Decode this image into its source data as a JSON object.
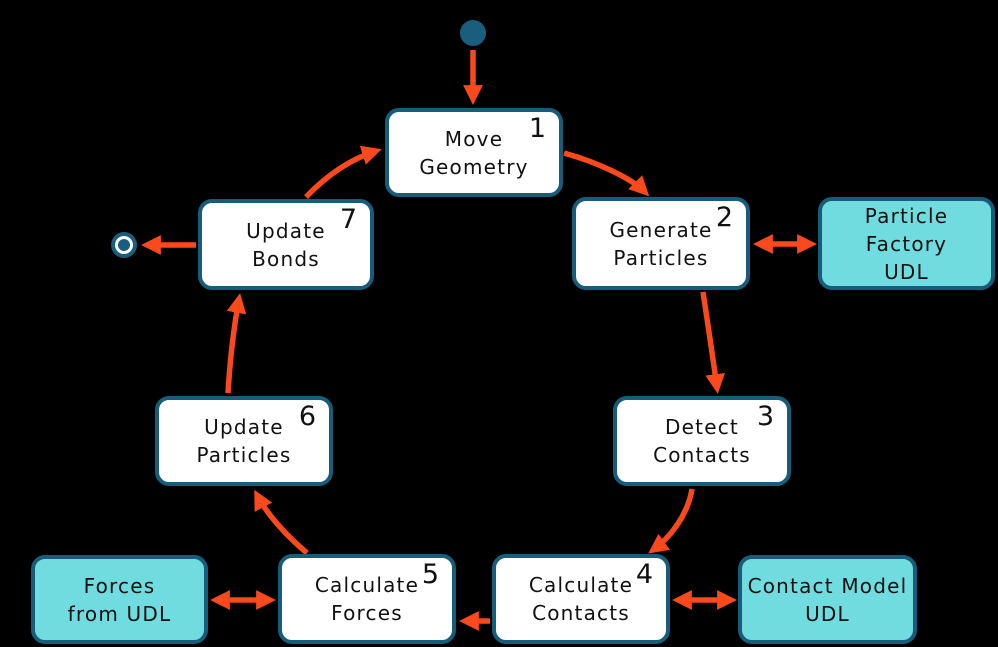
{
  "colors": {
    "background": "#000000",
    "border": "#175c78",
    "state_fill": "#ffffff",
    "udl_fill": "#71dce0",
    "arrow": "#fa491c",
    "text": "#111111",
    "node_fill": "#1b5d7c"
  },
  "states": {
    "move_geometry": {
      "number": "1",
      "line1": "Move",
      "line2": "Geometry"
    },
    "generate_particles": {
      "number": "2",
      "line1": "Generate",
      "line2": "Particles"
    },
    "detect_contacts": {
      "number": "3",
      "line1": "Detect",
      "line2": "Contacts"
    },
    "calculate_contacts": {
      "number": "4",
      "line1": "Calculate",
      "line2": "Contacts"
    },
    "calculate_forces": {
      "number": "5",
      "line1": "Calculate",
      "line2": "Forces"
    },
    "update_particles": {
      "number": "6",
      "line1": "Update",
      "line2": "Particles"
    },
    "update_bonds": {
      "number": "7",
      "line1": "Update",
      "line2": "Bonds"
    }
  },
  "udl": {
    "particle_factory": {
      "line1": "Particle Factory",
      "line2": "UDL"
    },
    "contact_model": {
      "line1": "Contact Model",
      "line2": "UDL"
    },
    "forces_from_udl": {
      "line1": "Forces",
      "line2": "from UDL"
    }
  }
}
